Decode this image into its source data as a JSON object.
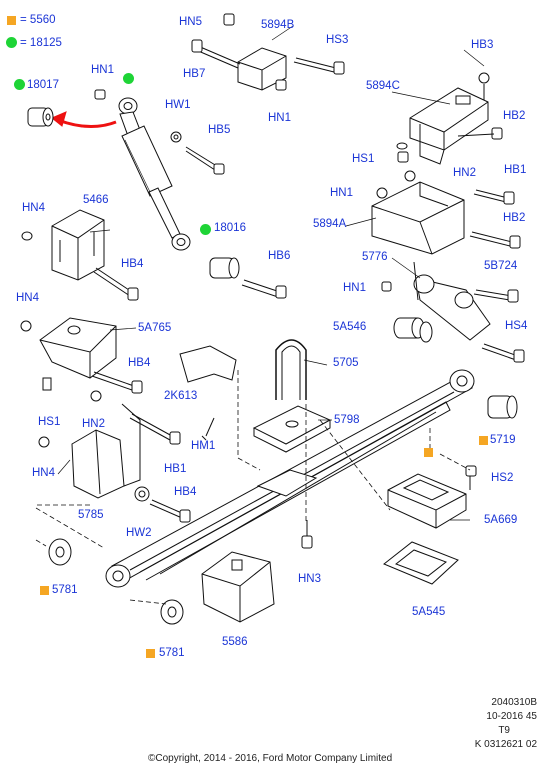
{
  "legend": {
    "orange_value": "5560",
    "green_value": "18125",
    "orange_color": "#f5a623",
    "green_color": "#1ed436"
  },
  "labels": {
    "HN5": "HN5",
    "L5894B": "5894B",
    "HS3": "HS3",
    "HB7": "HB7",
    "HN1_top": "HN1",
    "HB3": "HB3",
    "L18017": "18017",
    "HN1_left": "HN1",
    "L5894C": "5894C",
    "HW1": "HW1",
    "HB5": "HB5",
    "HB2_top": "HB2",
    "HS1_right": "HS1",
    "HN2_right": "HN2",
    "HB1_right": "HB1",
    "HN1_mid": "HN1",
    "HN4_top": "HN4",
    "L5466": "5466",
    "L5894A": "5894A",
    "HB2_mid": "HB2",
    "L18016": "18016",
    "L5776": "5776",
    "L5B724": "5B724",
    "HB4_top": "HB4",
    "HB6": "HB6",
    "HN1_low": "HN1",
    "HN4_left": "HN4",
    "L5A765": "5A765",
    "L5A546": "5A546",
    "HS4": "HS4",
    "L5705": "5705",
    "HB4_mid": "HB4",
    "L2K613": "2K613",
    "HS1_left": "HS1",
    "HN2_left": "HN2",
    "L5798": "5798",
    "HM1": "HM1",
    "L5719": "5719",
    "HN4_low": "HN4",
    "HB1_left": "HB1",
    "HS2": "HS2",
    "HB4_low": "HB4",
    "L5785": "5785",
    "HW2": "HW2",
    "L5A669": "5A669",
    "L5781_a": "5781",
    "HN3": "HN3",
    "L5A545": "5A545",
    "L5586": "5586",
    "L5781_b": "5781"
  },
  "footer": {
    "code": "2040310B",
    "date": "10-2016 45",
    "rev": "T9",
    "ref": "K 0312621 02",
    "copyright": "©Copyright, 2014 - 2016, Ford Motor Company Limited"
  }
}
